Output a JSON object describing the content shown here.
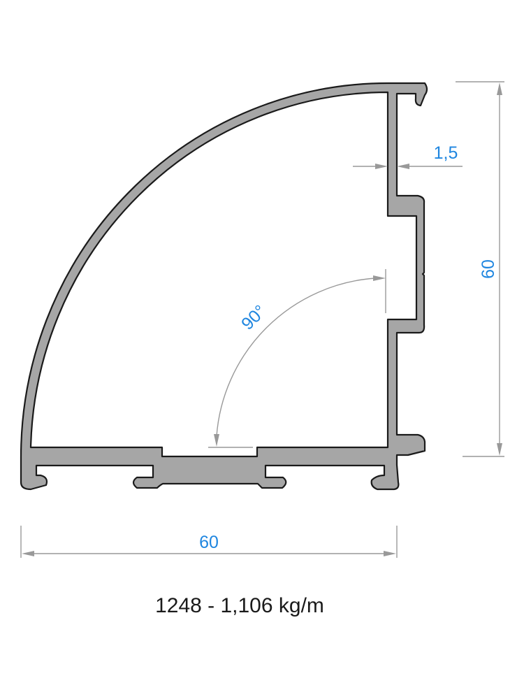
{
  "dimensions": {
    "width_label": "60",
    "height_label": "60",
    "wall_thickness_label": "1,5",
    "angle_label": "90°"
  },
  "caption": "1248 - 1,106 kg/m",
  "colors": {
    "dimension_text": "#1f86e0",
    "dimension_line": "#999999",
    "profile_fill": "#a6a6a6",
    "profile_outline": "#1a1a1a",
    "caption_text": "#1a1a1a"
  }
}
